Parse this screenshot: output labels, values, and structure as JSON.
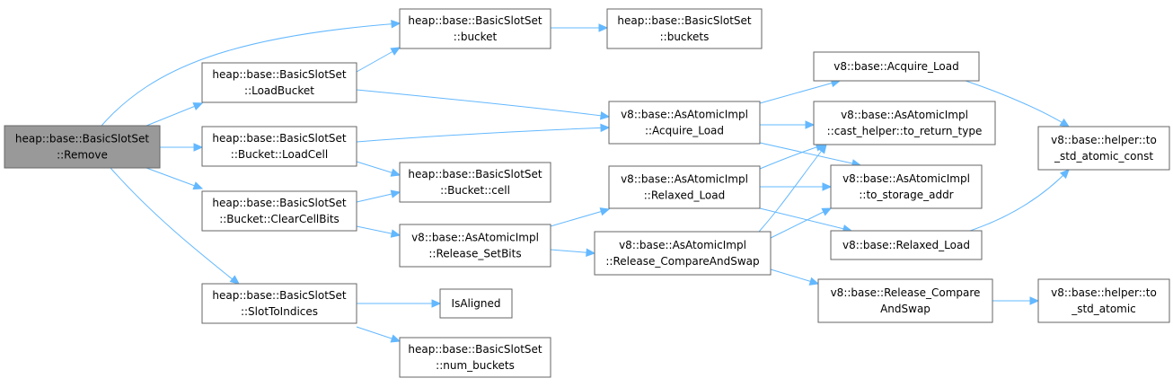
{
  "graph": {
    "nodes": [
      {
        "id": "remove",
        "lines": [
          "heap::base::BasicSlotSet",
          "::Remove"
        ],
        "root": true
      },
      {
        "id": "bucket",
        "lines": [
          "heap::base::BasicSlotSet",
          "::bucket"
        ]
      },
      {
        "id": "buckets",
        "lines": [
          "heap::base::BasicSlotSet",
          "::buckets"
        ]
      },
      {
        "id": "loadbucket",
        "lines": [
          "heap::base::BasicSlotSet",
          "::LoadBucket"
        ]
      },
      {
        "id": "loadcell",
        "lines": [
          "heap::base::BasicSlotSet",
          "::Bucket::LoadCell"
        ]
      },
      {
        "id": "cell",
        "lines": [
          "heap::base::BasicSlotSet",
          "::Bucket::cell"
        ]
      },
      {
        "id": "clearcellbits",
        "lines": [
          "heap::base::BasicSlotSet",
          "::Bucket::ClearCellBits"
        ]
      },
      {
        "id": "slottoindices",
        "lines": [
          "heap::base::BasicSlotSet",
          "::SlotToIndices"
        ]
      },
      {
        "id": "isaligned",
        "lines": [
          "IsAligned"
        ]
      },
      {
        "id": "numbuckets",
        "lines": [
          "heap::base::BasicSlotSet",
          "::num_buckets"
        ]
      },
      {
        "id": "atomic_acquire",
        "lines": [
          "v8::base::AsAtomicImpl",
          "::Acquire_Load"
        ]
      },
      {
        "id": "atomic_relaxed",
        "lines": [
          "v8::base::AsAtomicImpl",
          "::Relaxed_Load"
        ]
      },
      {
        "id": "release_setbits",
        "lines": [
          "v8::base::AsAtomicImpl",
          "::Release_SetBits"
        ]
      },
      {
        "id": "atomic_rcas",
        "lines": [
          "v8::base::AsAtomicImpl",
          "::Release_CompareAndSwap"
        ]
      },
      {
        "id": "acquire_load",
        "lines": [
          "v8::base::Acquire_Load"
        ]
      },
      {
        "id": "cast_helper",
        "lines": [
          "v8::base::AsAtomicImpl",
          "::cast_helper::to_return_type"
        ]
      },
      {
        "id": "to_storage",
        "lines": [
          "v8::base::AsAtomicImpl",
          "::to_storage_addr"
        ]
      },
      {
        "id": "relaxed_load",
        "lines": [
          "v8::base::Relaxed_Load"
        ]
      },
      {
        "id": "release_cas",
        "lines": [
          "v8::base::Release_Compare",
          "AndSwap"
        ]
      },
      {
        "id": "helper_const",
        "lines": [
          "v8::base::helper::to",
          "_std_atomic_const"
        ]
      },
      {
        "id": "helper_atomic",
        "lines": [
          "v8::base::helper::to",
          "_std_atomic"
        ]
      }
    ]
  }
}
